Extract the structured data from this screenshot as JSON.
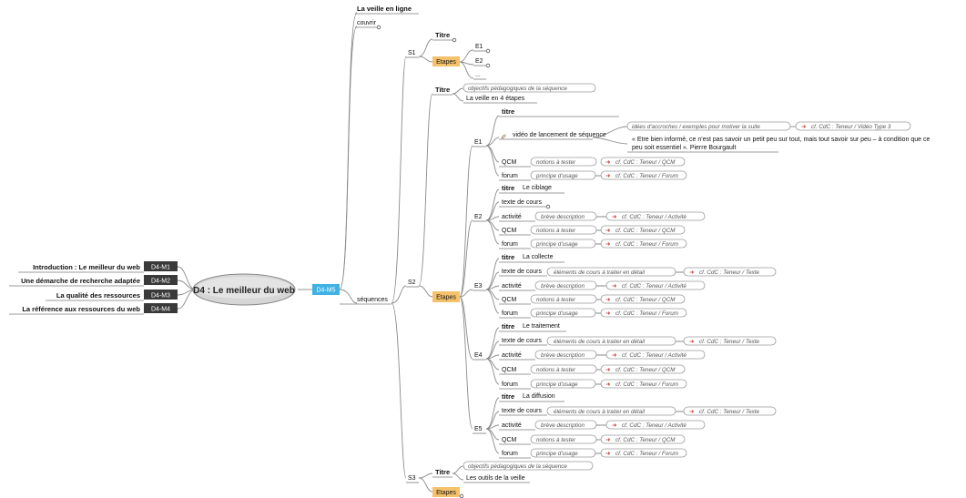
{
  "central": {
    "title": "D4 : Le meilleur du web",
    "code": "D4-M5"
  },
  "modules": [
    {
      "label": "Introduction : Le meilleur du web",
      "code": "D4-M1"
    },
    {
      "label": "Une démarche de recherche adaptée",
      "code": "D4-M2"
    },
    {
      "label": "La qualité des ressources",
      "code": "D4-M3"
    },
    {
      "label": "La référence aux ressources du web",
      "code": "D4-M4"
    }
  ],
  "top": {
    "veille": "La veille en ligne",
    "couvrir": "couvrir",
    "sequences": "séquences"
  },
  "s1": {
    "label": "S1",
    "titre": "Titre",
    "etapes": "Etapes",
    "e1": "E1",
    "e2": "E2",
    "ellipsis": "..."
  },
  "s2": {
    "label": "S2",
    "titre": "Titre",
    "etapes": "Etapes",
    "objectifs": "objectifs pédagogiques de la séquence",
    "titre_value": "La veille en 4 étapes",
    "e1": {
      "label": "E1",
      "titre": "titre",
      "video": "vidéo de lancement de séquence",
      "accroches": "idées d'accroches / exemples pour motiver la suite",
      "video_ref": "cf. CdC : Teneur / Vidéo Type 3",
      "quote_line1": "« Etre bien informé,  ce n'est pas savoir un petit peu sur tout, mais tout savoir sur peu  – à condition que ce",
      "quote_line2": "peu soit essentiel ».   Pierre Bourgault",
      "qcm": "QCM",
      "qcm_pill": "notions à tester",
      "qcm_ref": "cf. CdC : Teneur / QCM",
      "forum": "forum",
      "forum_pill": "principe d'usage",
      "forum_ref": "cf. CdC : Teneur / Forum"
    },
    "e2": {
      "label": "E2",
      "titre": "titre",
      "titre_value": "Le ciblage",
      "texte": "texte de cours",
      "activite": "activité",
      "activite_pill": "brève description",
      "activite_ref": "cf. CdC : Teneur / Activité",
      "qcm": "QCM",
      "qcm_pill": "notions à tester",
      "qcm_ref": "cf. CdC : Teneur / QCM",
      "forum": "forum",
      "forum_pill": "principe d'usage",
      "forum_ref": "cf. CdC : Teneur / Forum"
    },
    "e3": {
      "label": "E3",
      "titre": "titre",
      "titre_value": "La collecte",
      "texte": "texte de cours",
      "texte_pill": "éléments de cours à traiter en détail",
      "texte_ref": "cf. CdC : Teneur / Texte",
      "activite": "activité",
      "activite_pill": "brève description",
      "activite_ref": "cf. CdC : Teneur / Activité",
      "qcm": "QCM",
      "qcm_pill": "notions à tester",
      "qcm_ref": "cf. CdC : Teneur / QCM",
      "forum": "forum",
      "forum_pill": "principe d'usage",
      "forum_ref": "cf. CdC : Teneur / Forum"
    },
    "e4": {
      "label": "E4",
      "titre": "titre",
      "titre_value": "Le traitement",
      "texte": "texte de cours",
      "texte_pill": "éléments de cours à traiter en détail",
      "texte_ref": "cf. CdC : Teneur / Texte",
      "activite": "activité",
      "activite_pill": "brève description",
      "activite_ref": "cf. CdC : Teneur / Activité",
      "qcm": "QCM",
      "qcm_pill": "notions à tester",
      "qcm_ref": "cf. CdC : Teneur / QCM",
      "forum": "forum",
      "forum_pill": "principe d'usage",
      "forum_ref": "cf. CdC : Teneur / Forum"
    },
    "e5": {
      "label": "E5",
      "titre": "titre",
      "titre_value": "La diffusion",
      "texte": "texte de cours",
      "texte_pill": "éléments de cours à traiter en détail",
      "texte_ref": "cf. CdC : Teneur / Texte",
      "activite": "activité",
      "activite_pill": "brève description",
      "activite_ref": "cf. CdC : Teneur / Activité",
      "qcm": "QCM",
      "qcm_pill": "notions à tester",
      "qcm_ref": "cf. CdC : Teneur / QCM",
      "forum": "forum",
      "forum_pill": "principe d'usage",
      "forum_ref": "cf. CdC : Teneur / Forum"
    }
  },
  "s3": {
    "label": "S3",
    "titre": "Titre",
    "objectifs": "objectifs pédagogiques de la séquence",
    "titre_value": "Les outils de la veille",
    "etapes": "Etapes"
  },
  "arrow_glyph": "➜"
}
